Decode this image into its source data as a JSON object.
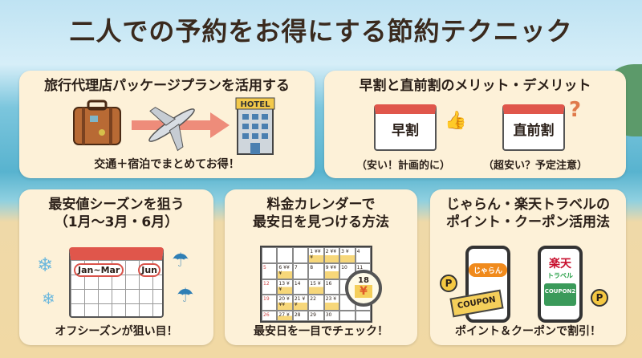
{
  "title": "二人での予約をお得にする節約テクニック",
  "panels": [
    {
      "heading": "旅行代理店パッケージプランを活用する",
      "caption": "交通＋宿泊でまとめてお得！",
      "hotel_sign": "HOTEL"
    },
    {
      "heading": "早割と直前割のメリット・デメリット",
      "early_label": "早割",
      "late_label": "直前割",
      "early_caption": "（安い！計画的に）",
      "late_caption": "（超安い？予定注意）"
    },
    {
      "heading_line1": "最安値シーズンを狙う",
      "heading_line2": "（1月〜3月・6月）",
      "cal_label1": "Jan~Mar",
      "cal_label2": "Jun",
      "caption": "オフシーズンが狙い目！"
    },
    {
      "heading_line1": "料金カレンダーで",
      "heading_line2": "最安日を見つける方法",
      "magnified_day": "18",
      "magnified_price": "¥",
      "caption": "最安日を一目でチェック！",
      "calendar": [
        [
          "",
          "",
          "",
          "1 ¥¥¥",
          "2 ¥¥",
          "3 ¥",
          "4"
        ],
        [
          "5",
          "6 ¥¥¥",
          "7",
          "8",
          "9 ¥¥",
          "10",
          "11"
        ],
        [
          "12",
          "13 ¥¥",
          "14",
          "15 ¥",
          "16",
          "",
          ""
        ],
        [
          "19",
          "20 ¥¥¥",
          "21 ¥¥",
          "22",
          "23 ¥",
          "",
          ""
        ],
        [
          "26",
          "27 ¥",
          "28",
          "29",
          "30",
          "",
          ""
        ]
      ]
    },
    {
      "heading_line1": "じゃらん・楽天トラベルの",
      "heading_line2": "ポイント・クーポン活用法",
      "jalan_logo": "じゃらん",
      "rakuten_logo1": "楽天",
      "rakuten_logo2": "トラベル",
      "coupon1": "COUPON",
      "coupon2": "COUPON2",
      "point_symbol": "P",
      "caption": "ポイント＆クーポンで割引！"
    }
  ],
  "colors": {
    "panel": "#fdf1d8",
    "title": "#3a2a1e",
    "accent_red": "#e0564b",
    "sea": "#58b3cf",
    "sand": "#f1d9a4"
  }
}
